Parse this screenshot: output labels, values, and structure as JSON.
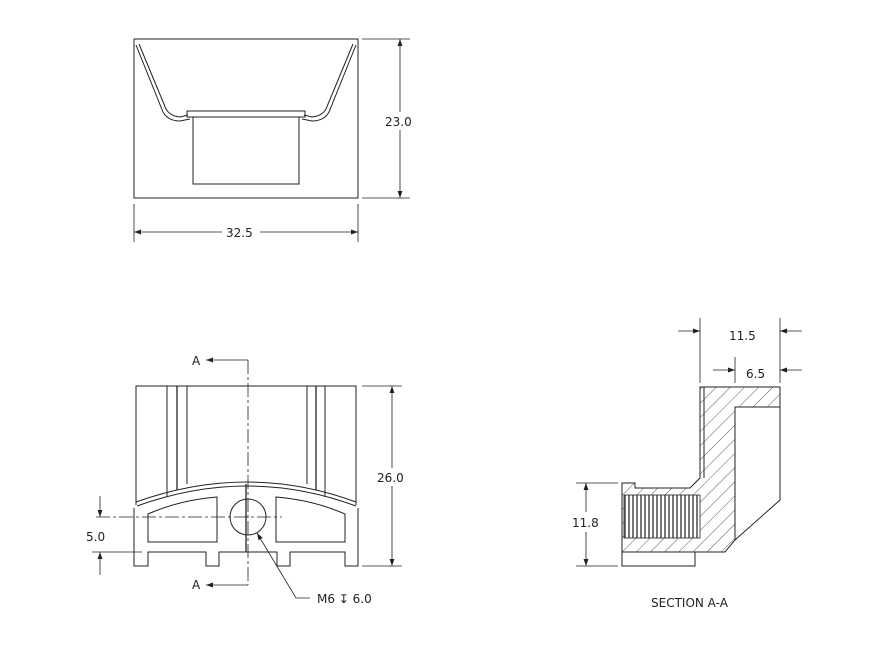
{
  "top_view": {
    "width_dim": "32.5",
    "height_dim": "23.0"
  },
  "front_view": {
    "height_dim": "26.0",
    "offset_dim": "5.0",
    "section_marker_top": "A",
    "section_marker_bottom": "A",
    "hole_callout": "M6 ↧ 6.0"
  },
  "section_view": {
    "title": "SECTION A-A",
    "overall_depth_dim": "11.5",
    "wall_dim": "6.5",
    "thread_height_dim": "11.8"
  }
}
